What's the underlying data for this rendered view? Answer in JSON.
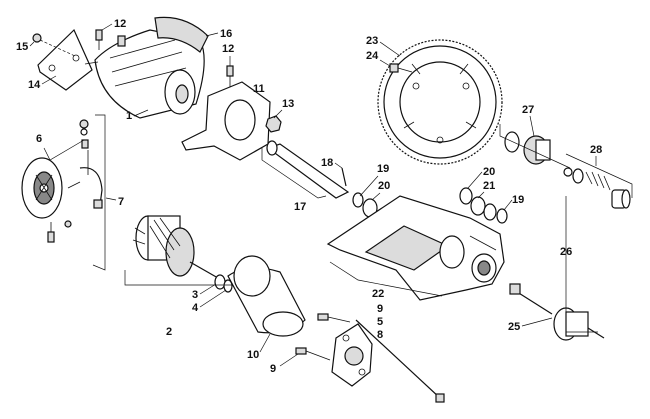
{
  "callouts": {
    "c1": "1",
    "c2": "2",
    "c3": "3",
    "c4": "4",
    "c5": "5",
    "c6": "6",
    "c7": "7",
    "c8": "8",
    "c9a": "9",
    "c9b": "9",
    "c10": "10",
    "c11": "11",
    "c12a": "12",
    "c12b": "12",
    "c13": "13",
    "c14": "14",
    "c15": "15",
    "c16": "16",
    "c17": "17",
    "c18": "18",
    "c19a": "19",
    "c19b": "19",
    "c20a": "20",
    "c20b": "20",
    "c21": "21",
    "c22": "22",
    "c23": "23",
    "c24": "24",
    "c25": "25",
    "c26": "26",
    "c27": "27",
    "c28": "28"
  }
}
